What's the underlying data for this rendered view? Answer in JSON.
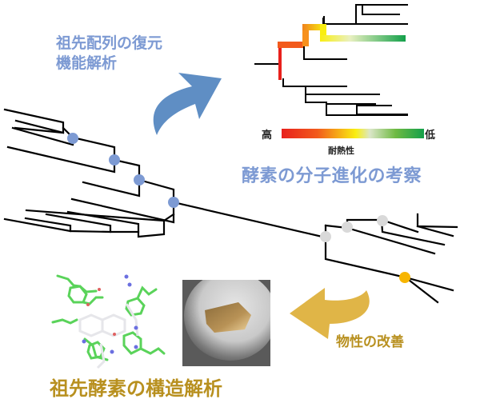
{
  "labels": {
    "reconstruction": [
      "祖先配列の復元",
      "機能解析"
    ],
    "molecular_evolution": "酵素の分子進化の考察",
    "property_improvement": "物性の改善",
    "structure_analysis": "祖先酵素の構造解析"
  },
  "heat_gradient": {
    "high_label": "高",
    "low_label": "低",
    "title": "耐熱性",
    "colors": [
      "#e8201c",
      "#f25a1c",
      "#f9ee10",
      "#dbe6c8",
      "#6fba43",
      "#13a04a"
    ]
  },
  "colors": {
    "ancestor_node": "#7d9ad3",
    "extant_node": "#d9d9d9",
    "improved_node": "#f7b500",
    "arrow_blue": "#5f8ec4",
    "arrow_gold": "#e0b547",
    "text_blue": "#7d9ad3",
    "text_gold": "#b8901f"
  },
  "nodes": {
    "ancestral_count": 4,
    "extant_count": 3,
    "improved_count": 1
  }
}
